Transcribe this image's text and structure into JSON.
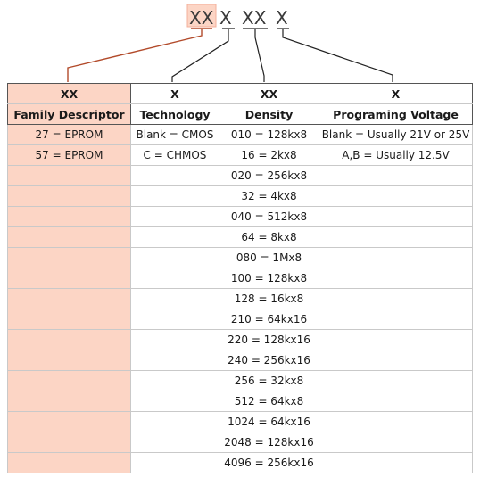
{
  "code_groups": [
    {
      "text": "XX",
      "highlighted": true
    },
    {
      "text": "X",
      "highlighted": false
    },
    {
      "text": "XX",
      "highlighted": false
    },
    {
      "text": "X",
      "highlighted": false
    }
  ],
  "colors": {
    "highlight": "#fcd5c5",
    "highlight_border": "#f3b09b",
    "connector_first": "#b24a2a",
    "connector": "#222222",
    "grid": "#c9c9c9"
  },
  "columns": [
    {
      "code": "XX",
      "title": "Family Descriptor"
    },
    {
      "code": "X",
      "title": "Technology"
    },
    {
      "code": "XX",
      "title": "Density"
    },
    {
      "code": "X",
      "title": "Programing Voltage"
    }
  ],
  "rows": [
    [
      "27 = EPROM",
      "Blank = CMOS",
      "010 = 128kx8",
      "Blank = Usually 21V or 25V"
    ],
    [
      "57 = EPROM",
      "C = CHMOS",
      "16 = 2kx8",
      "A,B = Usually 12.5V"
    ],
    [
      "",
      "",
      "020 = 256kx8",
      ""
    ],
    [
      "",
      "",
      "32 = 4kx8",
      ""
    ],
    [
      "",
      "",
      "040 = 512kx8",
      ""
    ],
    [
      "",
      "",
      "64 = 8kx8",
      ""
    ],
    [
      "",
      "",
      "080 = 1Mx8",
      ""
    ],
    [
      "",
      "",
      "100 = 128kx8",
      ""
    ],
    [
      "",
      "",
      "128 = 16kx8",
      ""
    ],
    [
      "",
      "",
      "210 = 64kx16",
      ""
    ],
    [
      "",
      "",
      "220 = 128kx16",
      ""
    ],
    [
      "",
      "",
      "240 = 256kx16",
      ""
    ],
    [
      "",
      "",
      "256 = 32kx8",
      ""
    ],
    [
      "",
      "",
      "512 = 64kx8",
      ""
    ],
    [
      "",
      "",
      "1024 = 64kx16",
      ""
    ],
    [
      "",
      "",
      "2048 = 128kx16",
      ""
    ],
    [
      "",
      "",
      "4096 = 256kx16",
      ""
    ]
  ]
}
